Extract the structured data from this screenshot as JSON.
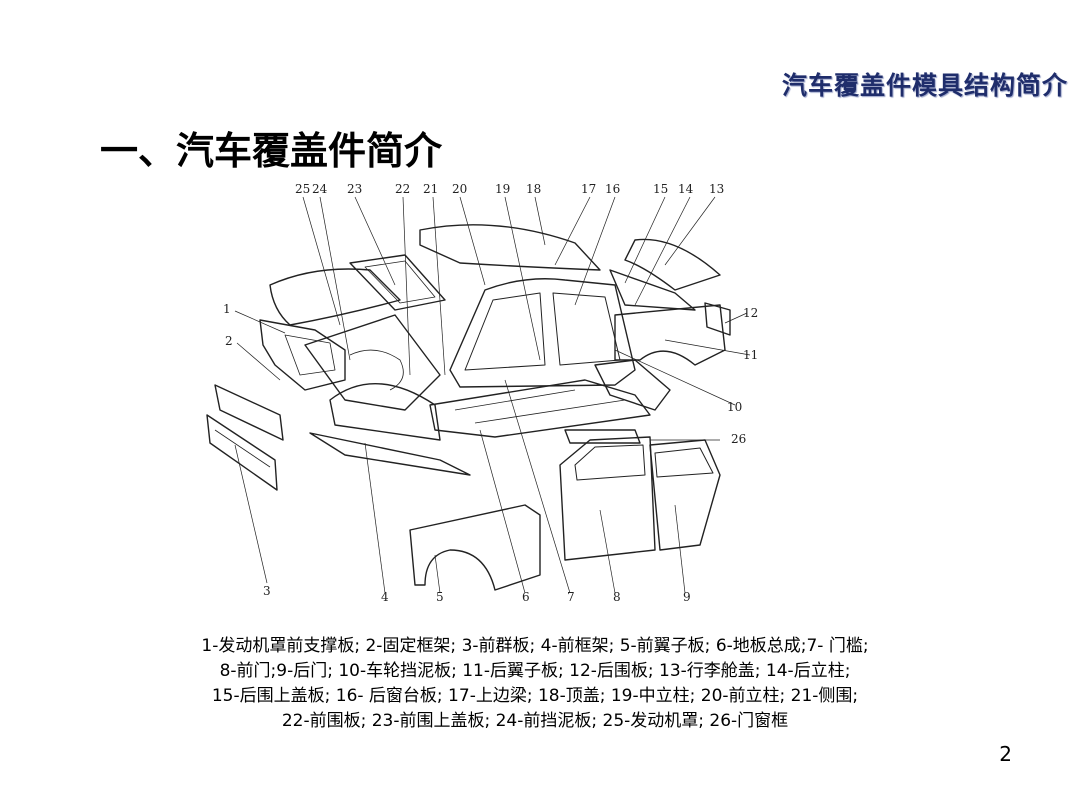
{
  "header": {
    "title": "汽车覆盖件模具结构简介"
  },
  "slide": {
    "title": "一、汽车覆盖件简介",
    "page_number": "2"
  },
  "figure": {
    "callouts": [
      "1",
      "2",
      "3",
      "4",
      "5",
      "6",
      "7",
      "8",
      "9",
      "10",
      "11",
      "12",
      "13",
      "14",
      "15",
      "16",
      "17",
      "18",
      "19",
      "20",
      "21",
      "22",
      "23",
      "24",
      "25",
      "26"
    ]
  },
  "caption": {
    "lines": [
      "1-发动机罩前支撑板; 2-固定框架; 3-前群板; 4-前框架; 5-前翼子板; 6-地板总成;7- 门槛;",
      "8-前门;9-后门; 10-车轮挡泥板; 11-后翼子板; 12-后围板; 13-行李舱盖; 14-后立柱;",
      "15-后围上盖板; 16- 后窗台板; 17-上边梁; 18-顶盖; 19-中立柱; 20-前立柱; 21-侧围;",
      "22-前围板; 23-前围上盖板; 24-前挡泥板; 25-发动机罩; 26-门窗框"
    ]
  },
  "colors": {
    "header_text": "#1f2d6b",
    "line_art": "#222222"
  }
}
